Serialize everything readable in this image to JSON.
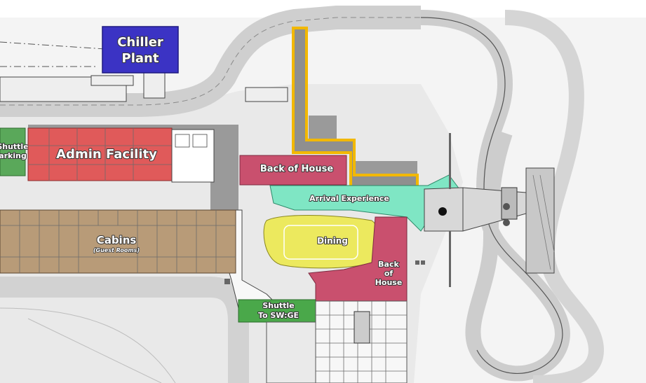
{
  "labels": {
    "chiller_line1": "Chiller",
    "chiller_line2": "Plant",
    "admin": "Admin Facility",
    "shuttle_parking_line1": "Shuttle",
    "shuttle_parking_line2": "arking",
    "back_of_house_top": "Back of House",
    "arrival": "Arrival Experience",
    "cabins": "Cabins",
    "cabins_sub": "(Guest Rooms)",
    "dining": "Dining",
    "back_of_house_right_line1": "Back",
    "back_of_house_right_line2": "of",
    "back_of_house_right_line3": "House",
    "shuttle_swge_line1": "Shuttle",
    "shuttle_swge_line2": "To SW:GE"
  },
  "colors": {
    "chiller": "#3b33c4",
    "admin": "#e05a5a",
    "back_of_house": "#c9506e",
    "arrival": "#7fe6c4",
    "cabins": "#b89b78",
    "dining": "#ece95e",
    "shuttle": "#4aa84a",
    "highlight_path": "#f2b800",
    "road": "#dcdcdc",
    "plaza": "#ececec"
  }
}
